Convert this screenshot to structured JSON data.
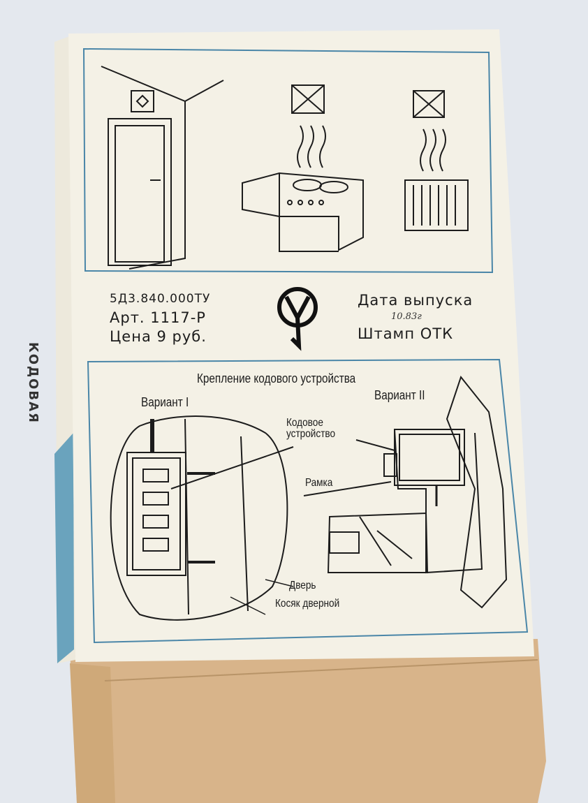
{
  "box": {
    "side_label": "КОДОВАЯ",
    "spec_code": "5Д3.840.000ТУ",
    "article": "Арт. 1117-Р",
    "price": "Цена 9 руб.",
    "release_date_label": "Дата выпуска",
    "release_date_value": "10.83г",
    "qc_stamp_label": "Штамп ОТК",
    "mounting_title": "Крепление кодового устройства",
    "variant_1": "Вариант I",
    "variant_2": "Вариант II",
    "label_device": "Кодовое устройство",
    "label_frame": "Рамка",
    "label_door": "Дверь",
    "label_jamb": "Косяк дверной"
  },
  "colors": {
    "background": "#e4e8ee",
    "paper": "#f4f1e6",
    "frame_blue": "#4a86a8",
    "cardboard": "#d8b48a"
  }
}
